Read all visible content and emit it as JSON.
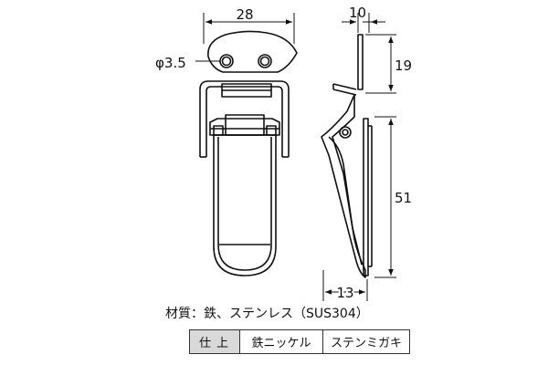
{
  "front_view": {
    "dim_width": "28",
    "dim_hole": "φ3.5"
  },
  "side_view": {
    "dim_thickness": "10",
    "dim_upper": "19",
    "dim_length": "51",
    "dim_bottom": "13"
  },
  "material": {
    "text": "材質：鉄、ステンレス（SUS304）"
  },
  "finish_table": {
    "header": "仕上",
    "col1": "鉄ニッケル",
    "col2": "ステンミガキ"
  }
}
